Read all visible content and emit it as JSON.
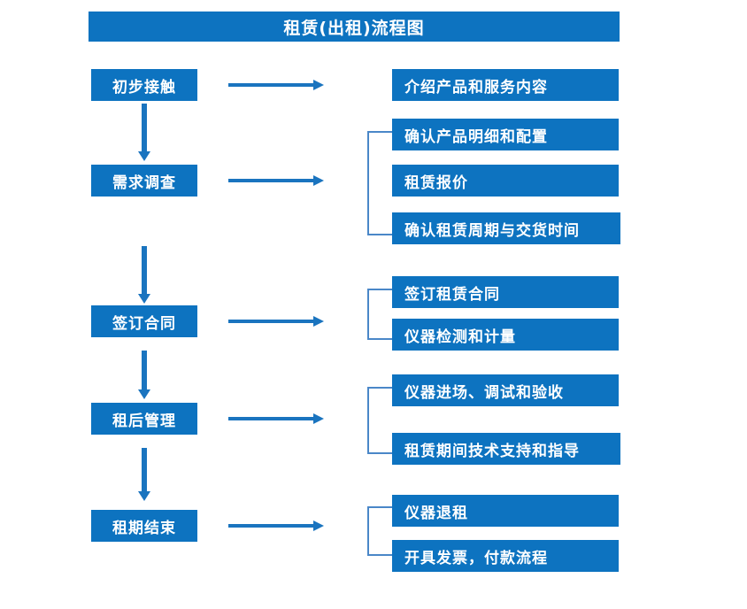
{
  "diagram": {
    "title": "租赁(出租)流程图",
    "accent_color": "#0d73c0",
    "arrow_color": "#1a74bf",
    "bracket_color": "#4a87c8",
    "text_color": "#ffffff",
    "background_color": "#ffffff",
    "type": "flowchart",
    "stages": [
      {
        "label": "初步接触",
        "tasks": [
          "介绍产品和服务内容"
        ]
      },
      {
        "label": "需求调查",
        "tasks": [
          "确认产品明细和配置",
          "租赁报价",
          "确认租赁周期与交货时间"
        ]
      },
      {
        "label": "签订合同",
        "tasks": [
          "签订租赁合同",
          "仪器检测和计量"
        ]
      },
      {
        "label": "租后管理",
        "tasks": [
          "仪器进场、调试和验收",
          "租赁期间技术支持和指导"
        ]
      },
      {
        "label": "租期结束",
        "tasks": [
          "仪器退租",
          "开具发票，付款流程"
        ]
      }
    ]
  }
}
